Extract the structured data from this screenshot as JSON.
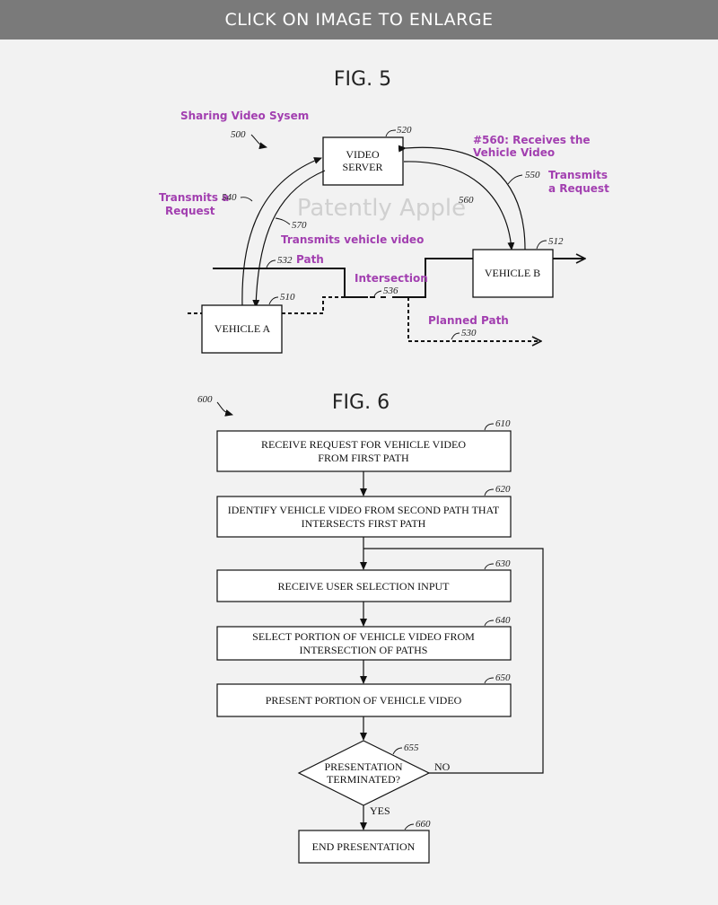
{
  "banner": {
    "text": "CLICK ON IMAGE TO ENLARGE"
  },
  "fig5": {
    "title": "FIG. 5",
    "system_label": "Sharing Video Sysem",
    "system_ref": "500",
    "server_label_1": "VIDEO",
    "server_label_2": "SERVER",
    "server_ref": "520",
    "receives_label_1": "#560: Receives the",
    "receives_label_2": "Vehicle Video",
    "transmits_b_ref": "550",
    "transmits_b_1": "Transmits",
    "transmits_b_2": "a Request",
    "ref_560": "560",
    "transmits_a_1": "Transmits a",
    "transmits_a_2": "Request",
    "ref_540": "540",
    "ref_570": "570",
    "transmits_video": "Transmits vehicle video",
    "watermark": "Patently Apple",
    "path_ref": "532",
    "path_label": "Path",
    "intersection_label": "Intersection",
    "intersection_ref": "536",
    "vehicle_a_ref": "510",
    "vehicle_a": "VEHICLE A",
    "vehicle_b_ref": "512",
    "vehicle_b": "VEHICLE B",
    "planned_path": "Planned Path",
    "planned_path_ref": "530"
  },
  "fig6": {
    "title": "FIG. 6",
    "ref": "600",
    "steps": [
      {
        "ref": "610",
        "line1": "RECEIVE REQUEST FOR VEHICLE VIDEO",
        "line2": "FROM FIRST PATH"
      },
      {
        "ref": "620",
        "line1": "IDENTIFY VEHICLE VIDEO FROM SECOND PATH THAT",
        "line2": "INTERSECTS FIRST PATH"
      },
      {
        "ref": "630",
        "line1": "RECEIVE USER SELECTION INPUT",
        "line2": ""
      },
      {
        "ref": "640",
        "line1": "SELECT PORTION OF VEHICLE VIDEO FROM",
        "line2": "INTERSECTION OF PATHS"
      },
      {
        "ref": "650",
        "line1": "PRESENT PORTION OF VEHICLE VIDEO",
        "line2": ""
      }
    ],
    "decision": {
      "ref": "655",
      "line1": "PRESENTATION",
      "line2": "TERMINATED?",
      "no": "NO",
      "yes": "YES"
    },
    "end": {
      "ref": "660",
      "label": "END PRESENTATION"
    }
  }
}
